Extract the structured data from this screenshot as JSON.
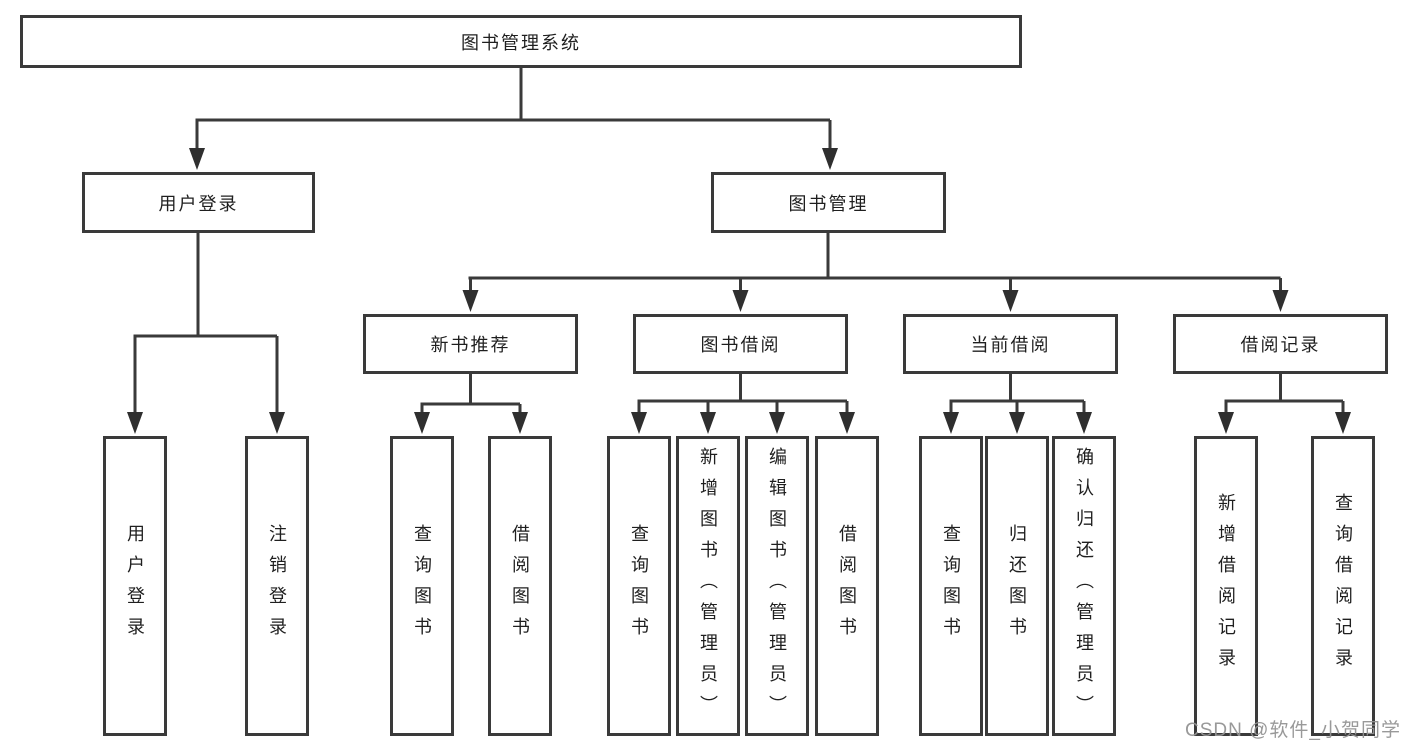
{
  "nodes": {
    "root": {
      "label": "图书管理系统"
    },
    "user_login": {
      "label": "用户登录"
    },
    "book_management": {
      "label": "图书管理"
    },
    "new_book_recommend": {
      "label": "新书推荐"
    },
    "book_borrowing": {
      "label": "图书借阅"
    },
    "current_borrowing": {
      "label": "当前借阅"
    },
    "borrowing_records": {
      "label": "借阅记录"
    },
    "leaf_user_login": {
      "label": "用户登录"
    },
    "leaf_logout_login": {
      "label": "注销登录"
    },
    "leaf_nb_query_books": {
      "label": "查询图书"
    },
    "leaf_nb_borrow_books": {
      "label": "借阅图书"
    },
    "leaf_bb_query_books": {
      "label": "查询图书"
    },
    "leaf_bb_add_books_admin": {
      "label": "新增图书（管理员）"
    },
    "leaf_bb_edit_books_admin": {
      "label": "编辑图书（管理员）"
    },
    "leaf_bb_borrow_books": {
      "label": "借阅图书"
    },
    "leaf_cb_query_books": {
      "label": "查询图书"
    },
    "leaf_cb_return_books": {
      "label": "归还图书"
    },
    "leaf_cb_confirm_return_admin": {
      "label": "确认归还（管理员）"
    },
    "leaf_br_add_borrow_record": {
      "label": "新增借阅记录"
    },
    "leaf_br_query_borrow_record": {
      "label": "查询借阅记录"
    }
  },
  "watermark": {
    "text": "CSDN @软件_小贺同学"
  },
  "colors": {
    "line": "#3a3a3a",
    "border": "#3a3a3a",
    "text": "#1f1f1f",
    "background": "#ffffff",
    "watermark": "#949494"
  }
}
